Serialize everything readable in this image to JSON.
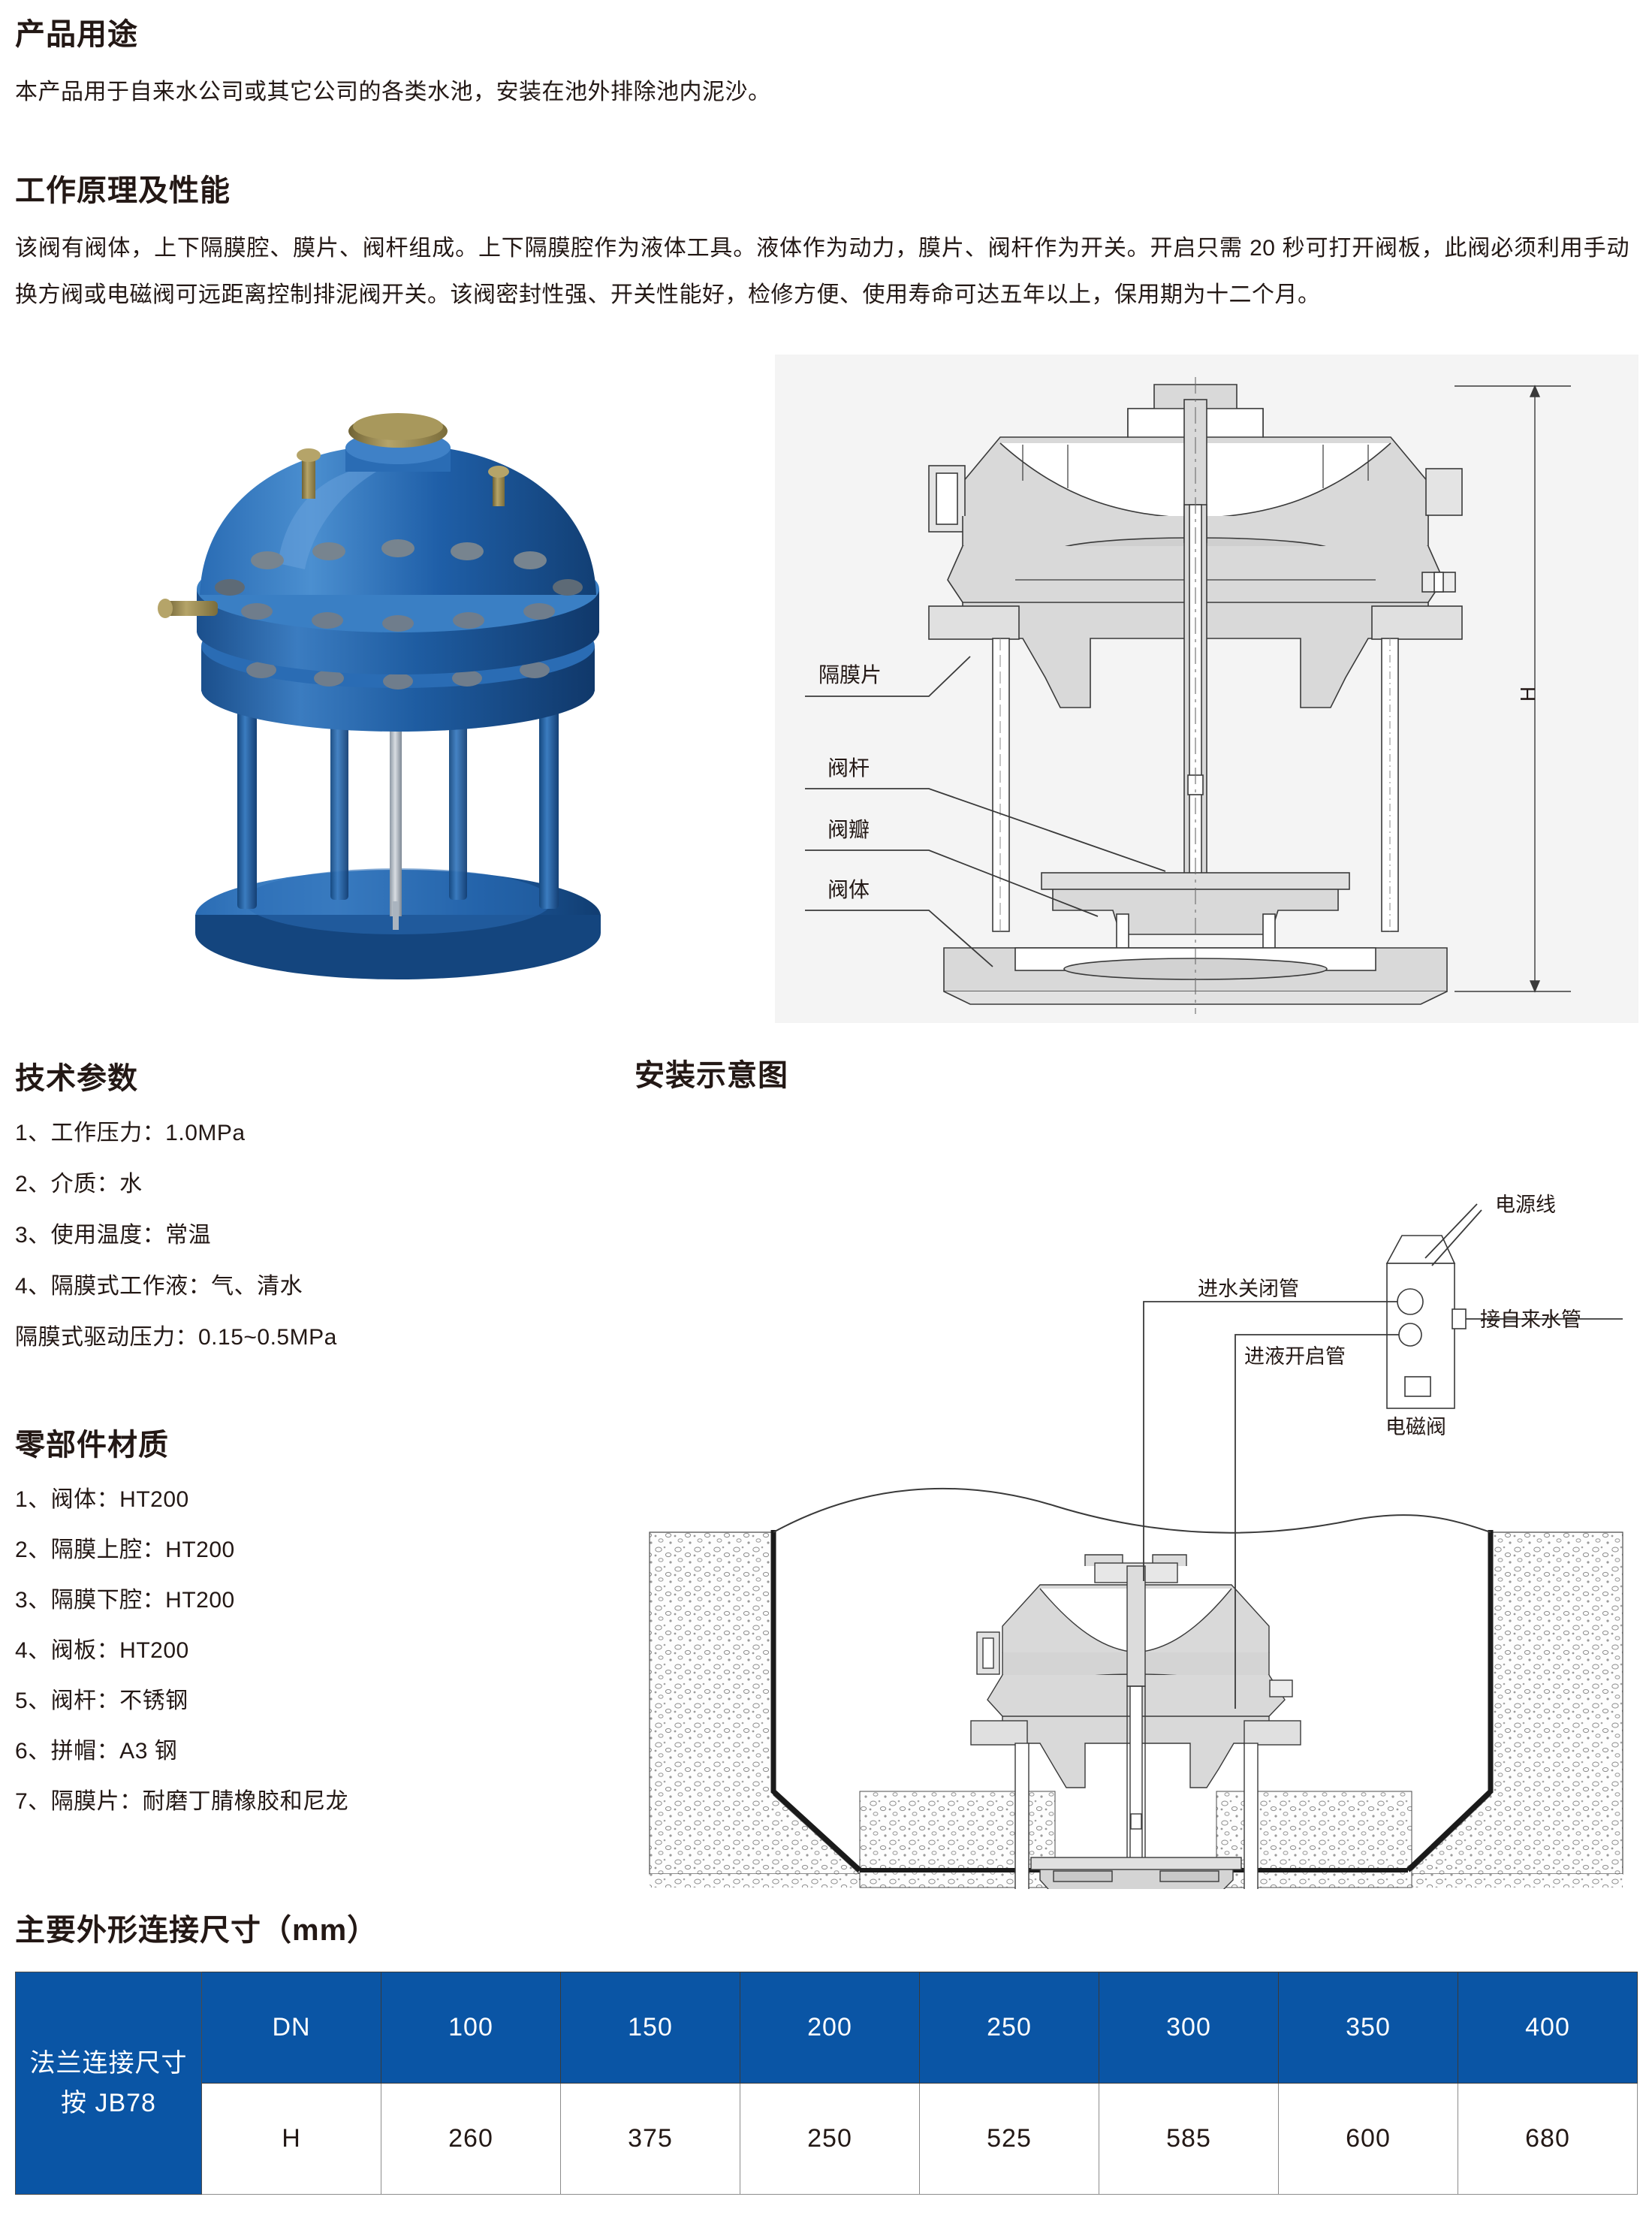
{
  "purpose": {
    "heading": "产品用途",
    "paragraph": "本产品用于自来水公司或其它公司的各类水池，安装在池外排除池内泥沙。"
  },
  "principle": {
    "heading": "工作原理及性能",
    "paragraph": "该阀有阀体，上下隔膜腔、膜片、阀杆组成。上下隔膜腔作为液体工具。液体作为动力，膜片、阀杆作为开关。开启只需 20 秒可打开阀板，此阀必须利用手动换方阀或电磁阀可远距离控制排泥阀开关。该阀密封性强、开关性能好，检修方便、使用寿命可达五年以上，保用期为十二个月。"
  },
  "product_photo": {
    "alt": "蓝色隔膜式排泥阀产品照片",
    "body_color": "#1f5fa8",
    "body_dark": "#134a86",
    "body_light": "#3a7fc4",
    "brass_color": "#9a8a4e"
  },
  "cross_section": {
    "background": "#f4f4f4",
    "dimension_label": "H",
    "labels": [
      "隔膜片",
      "阀杆",
      "阀瓣",
      "阀体"
    ]
  },
  "install": {
    "heading": "安装示意图",
    "labels": {
      "power_line": "电源线",
      "inlet_close_pipe": "进水关闭管",
      "tap_water_pipe": "接自来水管",
      "liquid_open_pipe": "进液开启管",
      "solenoid_valve": "电磁阀"
    }
  },
  "tech": {
    "heading": "技术参数",
    "items": [
      "1、工作压力：1.0MPa",
      "2、介质：水",
      "3、使用温度：常温",
      "4、隔膜式工作液：气、清水",
      "隔膜式驱动压力：0.15~0.5MPa"
    ]
  },
  "materials": {
    "heading": "零部件材质",
    "items": [
      "1、阀体：HT200",
      " 2、隔膜上腔：HT200",
      "3、隔膜下腔：HT200",
      "4、阀板：HT200",
      "5、阀杆：不锈钢",
      " 6、拼帽：A3 钢",
      "7、隔膜片：耐磨丁腈橡胶和尼龙"
    ]
  },
  "dimensions": {
    "heading": "主要外形连接尺寸（mm）",
    "side_header": "法兰连接尺寸\n按 JB78",
    "side_header_line1": "法兰连接尺寸",
    "side_header_line2": "按 JB78",
    "header_row": [
      "DN",
      "100",
      "150",
      "200",
      "250",
      "300",
      "350",
      "400"
    ],
    "value_row": [
      "H",
      "260",
      "375",
      "250",
      "525",
      "585",
      "600",
      "680"
    ],
    "header_bg": "#0a55a5",
    "header_fg": "#ffffff"
  }
}
